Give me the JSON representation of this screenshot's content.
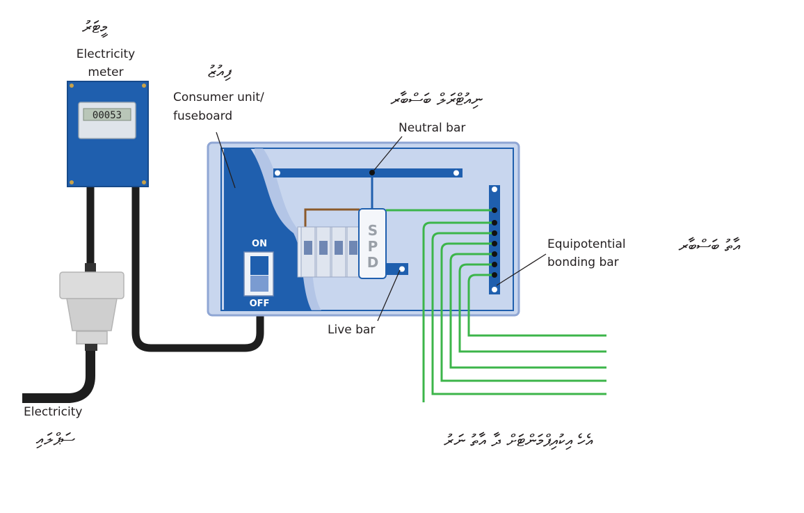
{
  "meter": {
    "title_dv": "މީޓަރު",
    "title_line1": "Electricity",
    "title_line2": "meter",
    "display": "00053"
  },
  "consumer_unit": {
    "title_dv": "ފިއުޒު",
    "title_line1": "Consumer unit/",
    "title_line2": "fuseboard",
    "switch_on": "ON",
    "switch_off": "OFF",
    "spd_label": "SPD"
  },
  "neutral_bar": {
    "label": "Neutral bar",
    "label_dv": "ނިއުޓްރަލް ބަސްބާރ"
  },
  "live_bar": {
    "label": "Live bar"
  },
  "equipotential_bar": {
    "label_line1": "Equipotential",
    "label_line2": "bonding bar",
    "label_dv": "އާތު ބަސްބާރ"
  },
  "supply": {
    "label": "Electricity",
    "label_dv": "ސަޕްލައި"
  },
  "earth_wires": {
    "label_dv": "އެހެ އިކުއިޕްމަންޓަށް ދާ އާތު ނަރު"
  },
  "colors": {
    "box_fill": "#c8d6ee",
    "box_border": "#8fa6d4",
    "deep_blue": "#1f5fae",
    "panel_mid": "#3f74bf",
    "green_wire": "#3cb54a",
    "brown_wire": "#8b5a2b",
    "cable": "#1e1e1e"
  }
}
